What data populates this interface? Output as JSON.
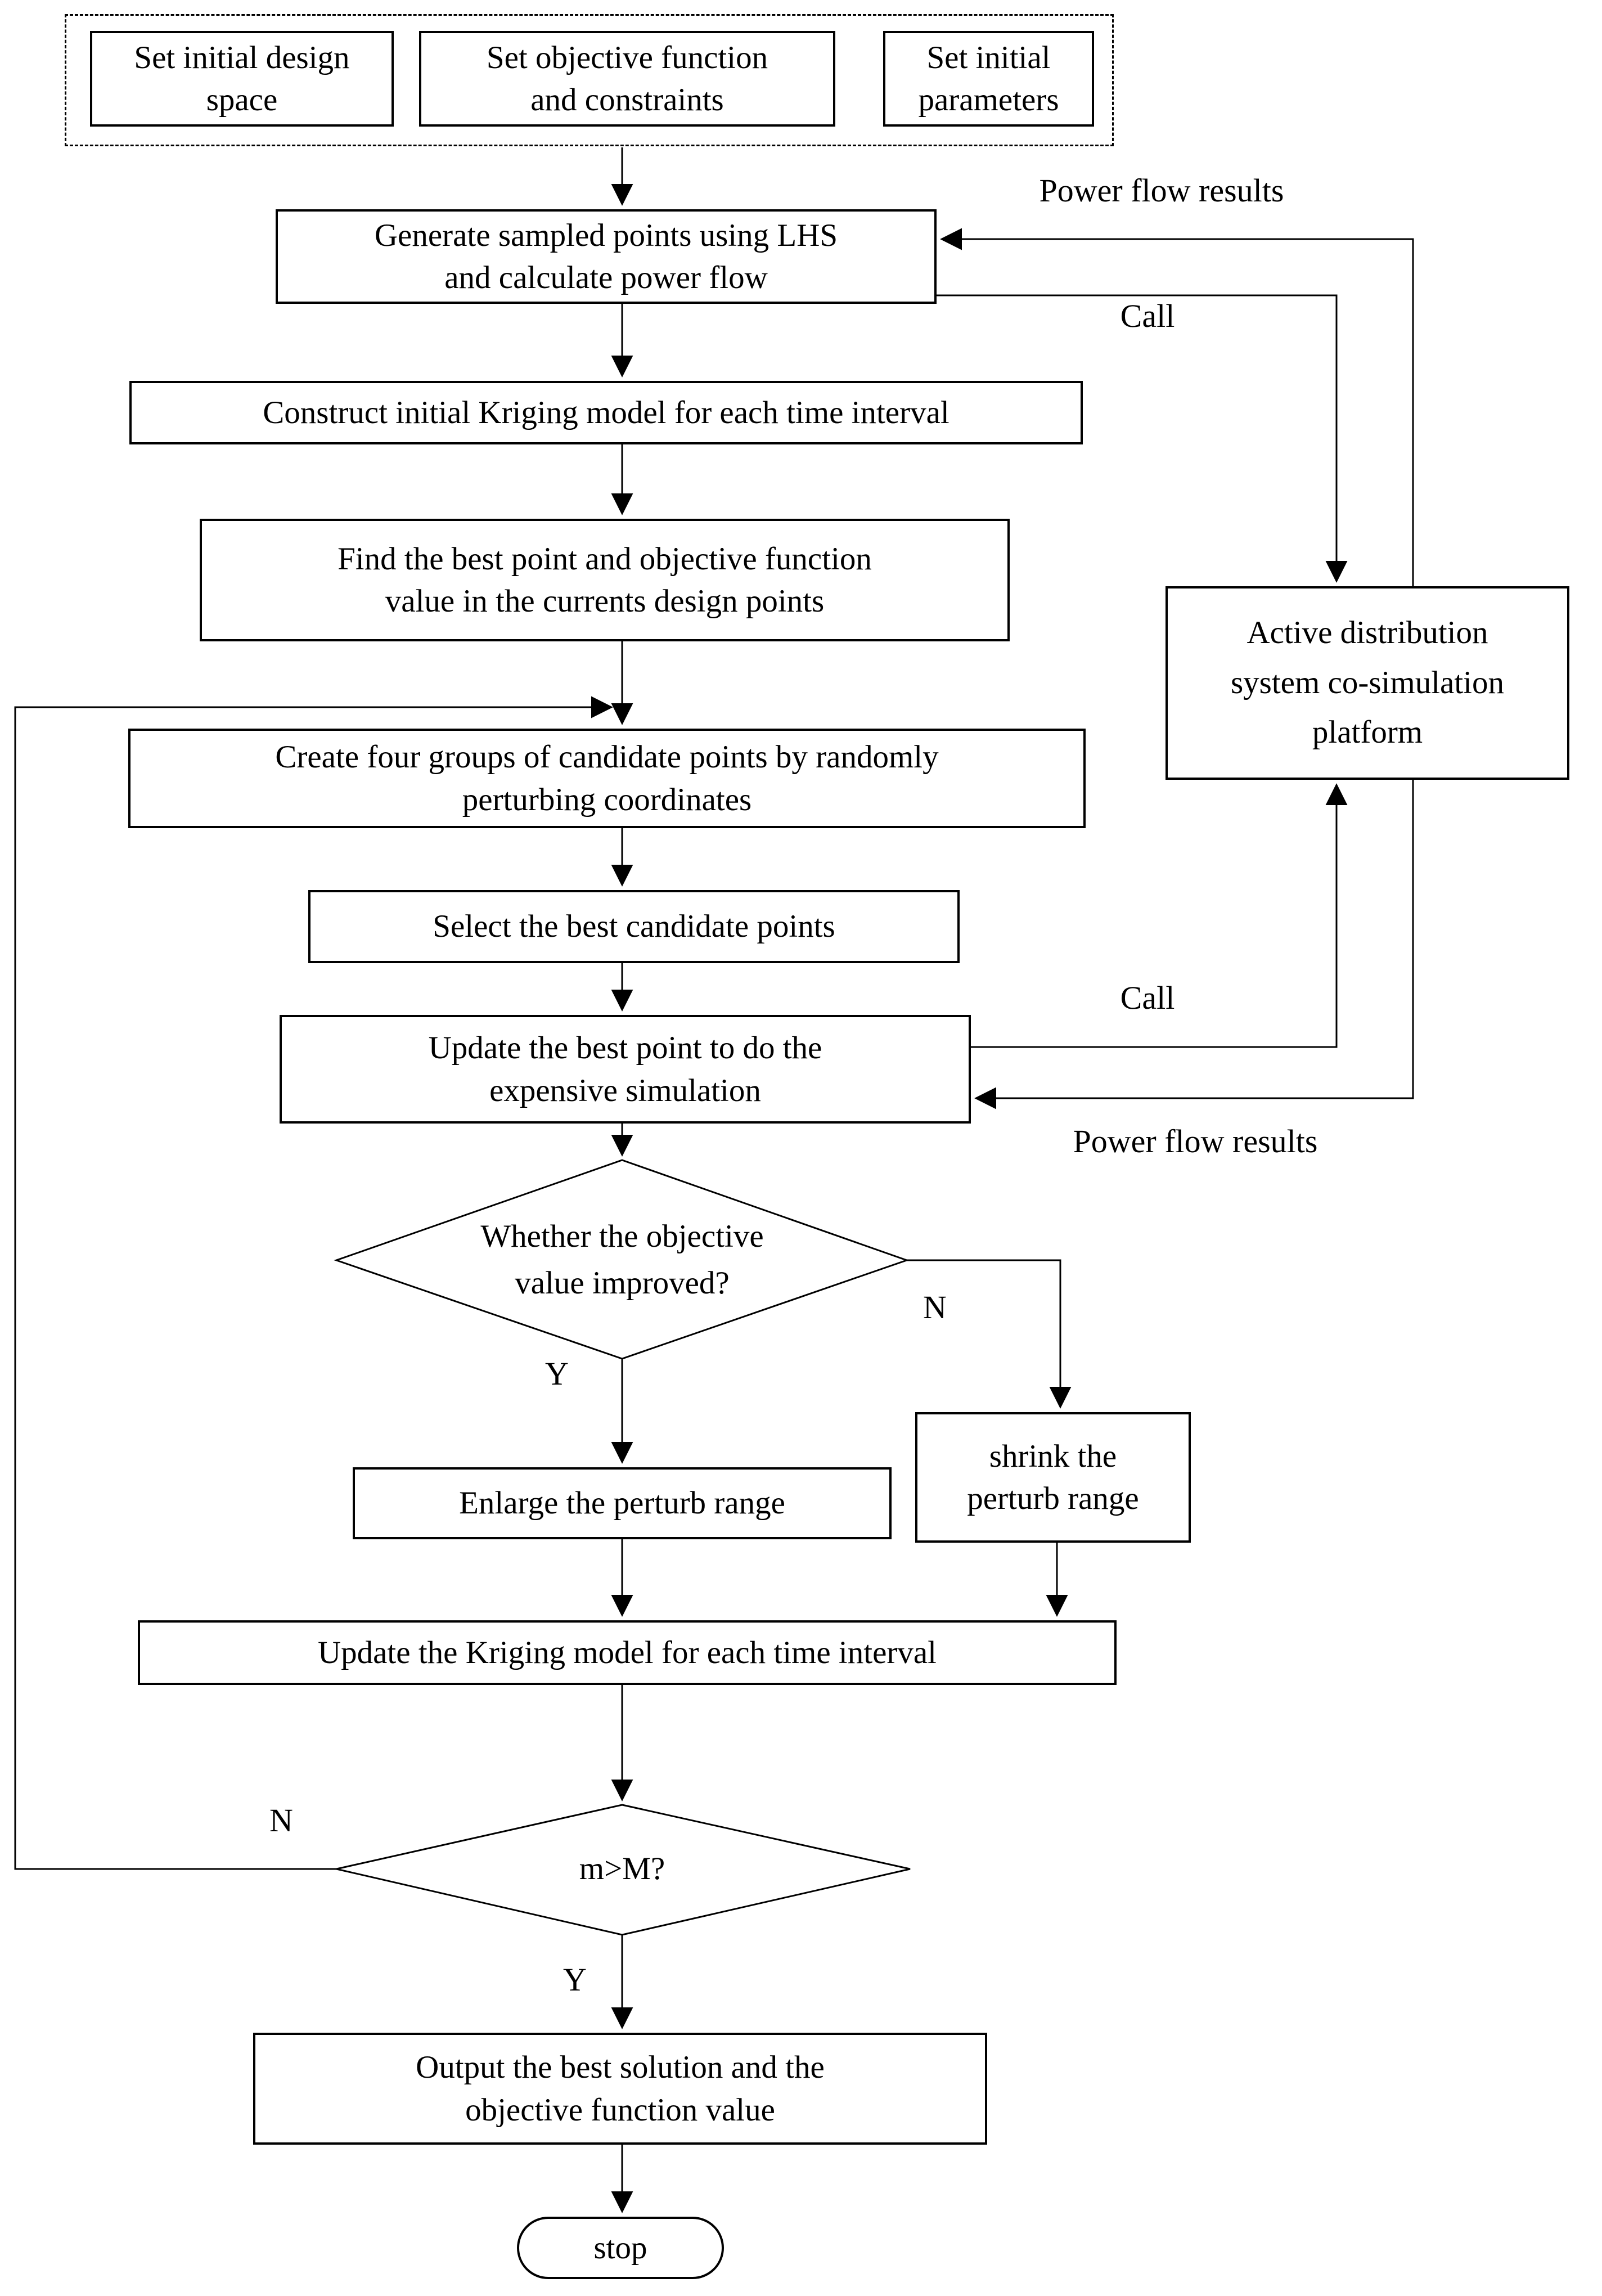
{
  "diagram": {
    "init": {
      "design_space": "Set initial design\nspace",
      "objective": "Set objective function\nand constraints",
      "parameters": "Set initial\nparameters"
    },
    "nodes": {
      "generate": "Generate sampled points using LHS\nand calculate power flow",
      "construct": "Construct initial Kriging model for each time interval",
      "find": "Find the best point and objective function\nvalue in the currents design points",
      "create": "Create four groups of candidate points by randomly\nperturbing coordinates",
      "select": "Select the best candidate points",
      "update_best": "Update the best point to do the\nexpensive simulation",
      "decision_improved": "Whether the objective\nvalue improved?",
      "enlarge": "Enlarge the perturb range",
      "shrink": "shrink the\nperturb range",
      "update_kriging": "Update the Kriging model for each time interval",
      "decision_iter": "m>M?",
      "output": "Output the best solution and the\nobjective function value",
      "stop": "stop",
      "platform": "Active distribution\nsystem co-simulation\nplatform"
    },
    "labels": {
      "power_flow_top": "Power flow results",
      "call_top": "Call",
      "call_bottom": "Call",
      "power_flow_bottom": "Power flow results",
      "yes_improved": "Y",
      "no_improved": "N",
      "yes_iter": "Y",
      "no_iter": "N"
    },
    "colors": {
      "line": "#000000",
      "background": "#ffffff"
    }
  }
}
